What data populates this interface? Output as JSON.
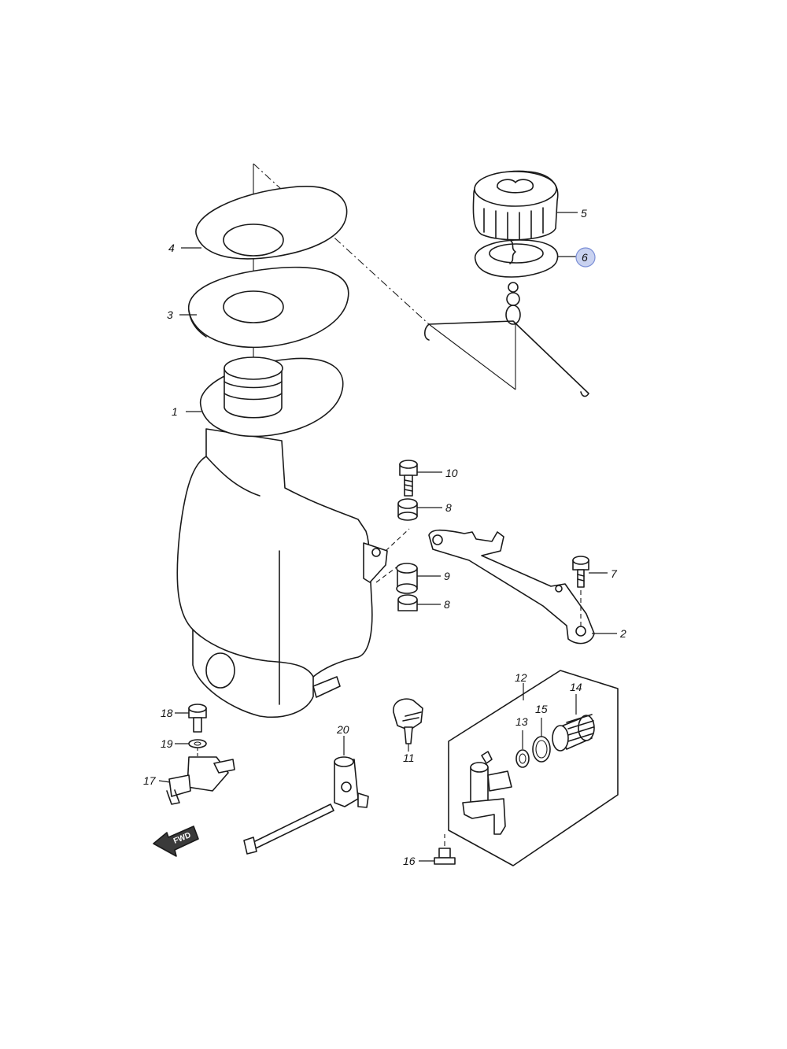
{
  "callouts": {
    "c1": "1",
    "c2": "2",
    "c3": "3",
    "c4": "4",
    "c5": "5",
    "c6": "6",
    "c7": "7",
    "c8a": "8",
    "c8b": "8",
    "c9": "9",
    "c10": "10",
    "c11": "11",
    "c12": "12",
    "c13": "13",
    "c14": "14",
    "c15": "15",
    "c16": "16",
    "c17": "17",
    "c18": "18",
    "c19": "19",
    "c20": "20"
  },
  "fwd_label": "FWD",
  "highlight_color": "#c9d2f0"
}
